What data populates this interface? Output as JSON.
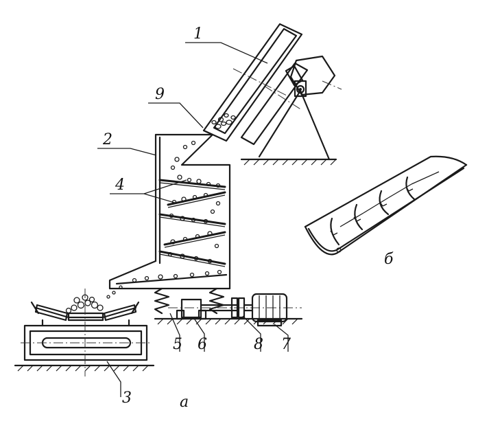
{
  "labels": {
    "feeder": "1",
    "chute": "2",
    "conveyor": "3",
    "shelves": "4",
    "spring": "5",
    "vibrator": "6",
    "motor": "7",
    "coupling": "8",
    "inlet": "9",
    "view_a": "а",
    "view_b": "б"
  }
}
